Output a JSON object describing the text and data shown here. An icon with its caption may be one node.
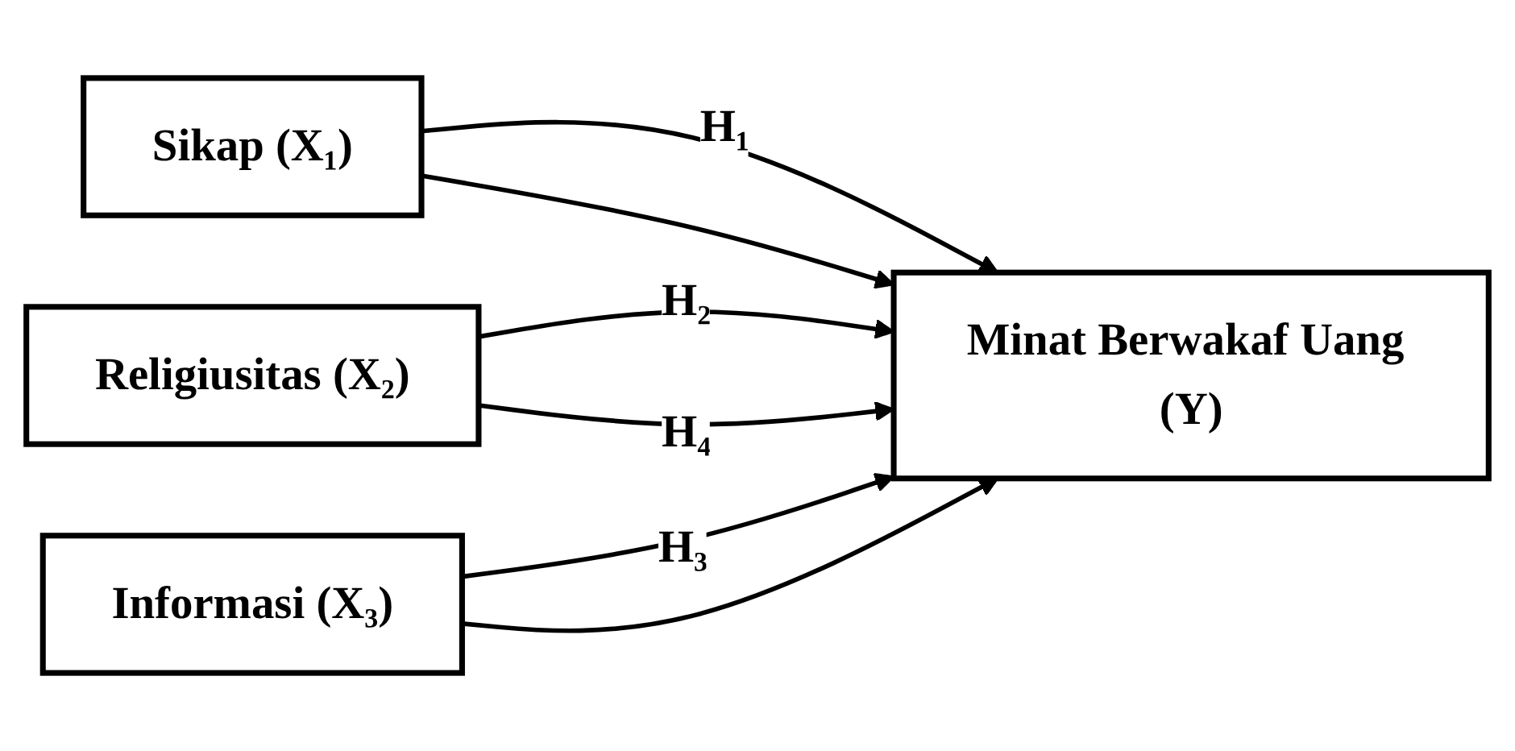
{
  "diagram": {
    "nodes": [
      {
        "text": [
          "Sikap (X₁)"
        ]
      },
      {
        "text": [
          "Religiusitas (X₂)"
        ]
      },
      {
        "text": [
          "Informasi (X₃)"
        ]
      },
      {
        "text": [
          "Minat Berwakaf Uang (Y)"
        ]
      }
    ],
    "edges": [
      {
        "from": 0,
        "to": 3,
        "arrow": "to",
        "label": "H₁"
      },
      {
        "from": 1,
        "to": 3,
        "arrow": "to",
        "label": "H₂"
      },
      {
        "from": 2,
        "to": 3,
        "arrow": "to",
        "label": "H₃"
      },
      {
        "from": 0,
        "to": 3,
        "arrow": "to"
      },
      {
        "from": 1,
        "to": 3,
        "arrow": "to",
        "label": "H₄"
      },
      {
        "from": 2,
        "to": 3,
        "arrow": "to"
      }
    ]
  }
}
